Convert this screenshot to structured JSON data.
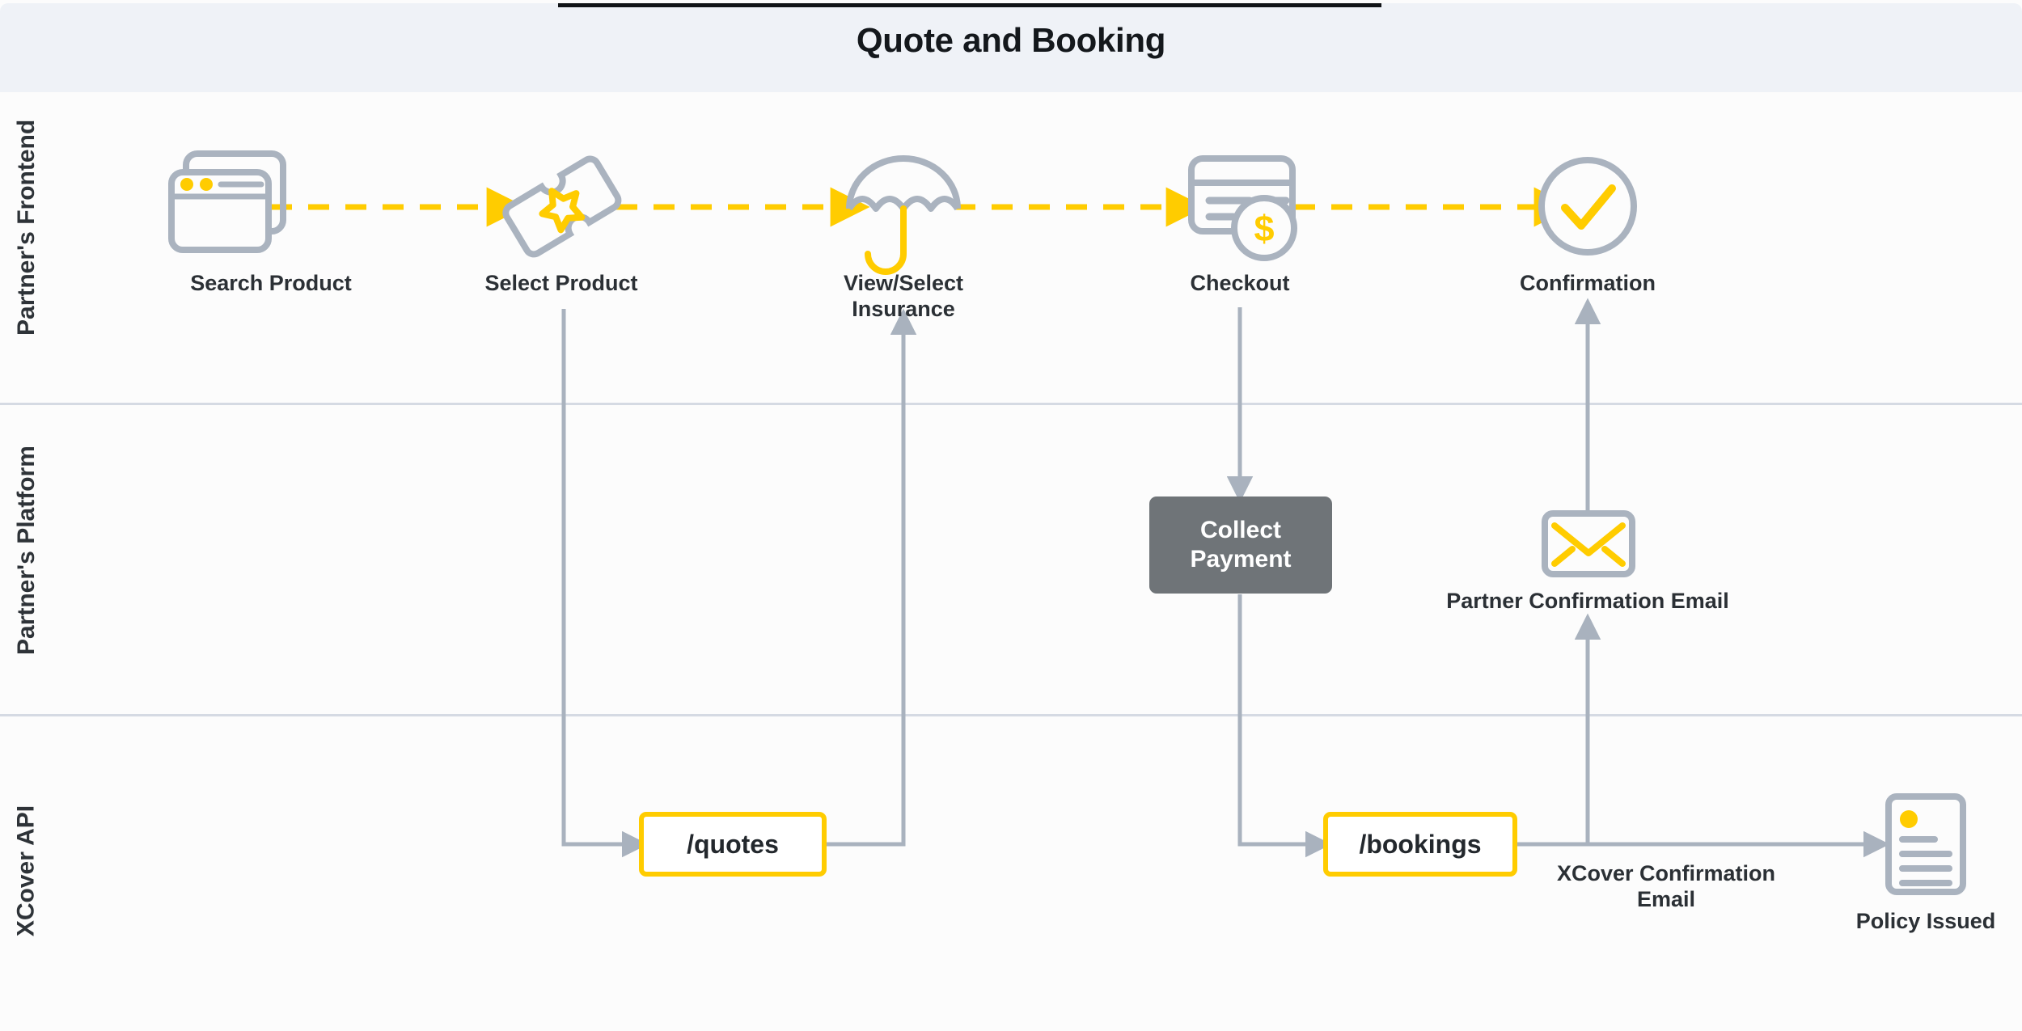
{
  "header": {
    "title": "Quote and Booking",
    "band_color": "#EFF2F7",
    "rule_color": "#111417"
  },
  "theme": {
    "accent_yellow": "#FFCC00",
    "icon_gray": "#AAB3BF",
    "wire_gray": "#A9B2BE",
    "process_gray": "#6F7478",
    "text_dark": "#2B3035",
    "background": "#FCFCFC",
    "lane_divider": "#D5DAE3"
  },
  "lanes": [
    {
      "id": "frontend",
      "label": "Partner's Frontend"
    },
    {
      "id": "platform",
      "label": "Partner's Platform"
    },
    {
      "id": "api",
      "label": "XCover API"
    }
  ],
  "frontend_steps": [
    {
      "id": "search-product",
      "label": "Search Product",
      "icon": "browser-windows-icon"
    },
    {
      "id": "select-product",
      "label": "Select Product",
      "icon": "ticket-star-icon"
    },
    {
      "id": "view-insurance",
      "label": "View/Select\nInsurance",
      "icon": "umbrella-icon"
    },
    {
      "id": "checkout",
      "label": "Checkout",
      "icon": "credit-card-coin-icon"
    },
    {
      "id": "confirmation",
      "label": "Confirmation",
      "icon": "check-circle-icon"
    }
  ],
  "platform_nodes": [
    {
      "id": "collect-payment",
      "label": "Collect\nPayment",
      "type": "process-box"
    },
    {
      "id": "partner-email",
      "label": "Partner Confirmation Email",
      "icon": "envelope-icon"
    }
  ],
  "api_nodes": [
    {
      "id": "quotes",
      "label": "/quotes",
      "type": "endpoint"
    },
    {
      "id": "bookings",
      "label": "/bookings",
      "type": "endpoint"
    },
    {
      "id": "xcover-email",
      "label": "XCover Confirmation\nEmail",
      "type": "wire-label"
    },
    {
      "id": "policy-issued",
      "label": "Policy Issued",
      "icon": "document-icon"
    }
  ],
  "flow": {
    "dashed_color": "#FFCC00",
    "solid_color": "#A9B2BE",
    "edges": [
      {
        "from": "search-product",
        "to": "select-product",
        "style": "dashed"
      },
      {
        "from": "select-product",
        "to": "view-insurance",
        "style": "dashed"
      },
      {
        "from": "view-insurance",
        "to": "checkout",
        "style": "dashed"
      },
      {
        "from": "checkout",
        "to": "confirmation",
        "style": "dashed"
      },
      {
        "from": "select-product",
        "to": "quotes",
        "style": "solid"
      },
      {
        "from": "quotes",
        "to": "view-insurance",
        "style": "solid"
      },
      {
        "from": "checkout",
        "to": "collect-payment",
        "style": "solid"
      },
      {
        "from": "collect-payment",
        "to": "bookings",
        "style": "solid"
      },
      {
        "from": "bookings",
        "to": "partner-email",
        "style": "solid"
      },
      {
        "from": "partner-email",
        "to": "confirmation",
        "style": "solid"
      },
      {
        "from": "bookings",
        "to": "policy-issued",
        "style": "solid"
      }
    ]
  }
}
